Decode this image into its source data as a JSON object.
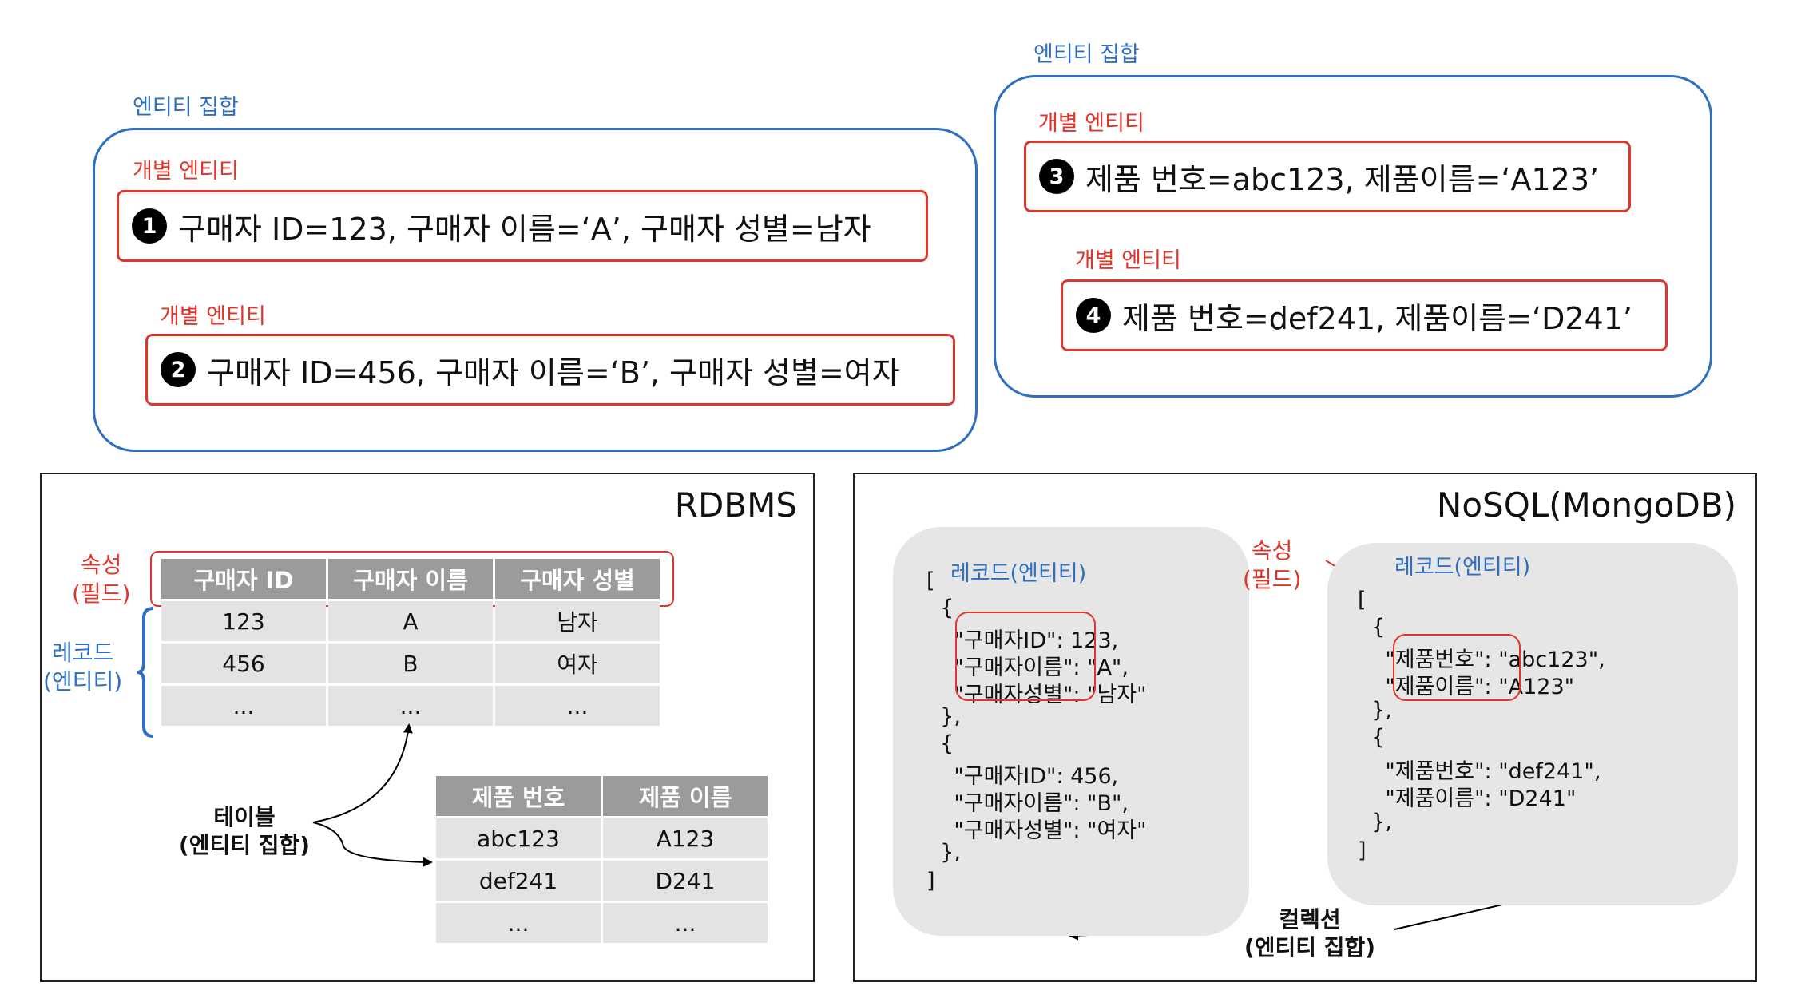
{
  "top_left": {
    "group_label": "엔티티 집합",
    "entity1": {
      "label": "개별 엔티티",
      "num": "1",
      "text": "구매자 ID=123, 구매자 이름=‘A’, 구매자 성별=남자"
    },
    "entity2": {
      "label": "개별 엔티티",
      "num": "2",
      "text": "구매자 ID=456, 구매자 이름=‘B’, 구매자 성별=여자"
    }
  },
  "top_right": {
    "group_label": "엔티티 집합",
    "entity3": {
      "label": "개별 엔티티",
      "num": "3",
      "text": "제품 번호=abc123, 제품이름=‘A123’"
    },
    "entity4": {
      "label": "개별 엔티티",
      "num": "4",
      "text": "제품 번호=def241, 제품이름=‘D241’"
    }
  },
  "rdbms": {
    "title": "RDBMS",
    "attr_label": [
      "속성",
      "(필드)"
    ],
    "record_label": [
      "레코드",
      "(엔티티)"
    ],
    "table_label": [
      "테이블",
      "(엔티티 집합)"
    ],
    "buyer_table": {
      "headers": [
        "구매자 ID",
        "구매자 이름",
        "구매자 성별"
      ],
      "rows": [
        [
          "123",
          "A",
          "남자"
        ],
        [
          "456",
          "B",
          "여자"
        ],
        [
          "...",
          "...",
          "..."
        ]
      ]
    },
    "product_table": {
      "headers": [
        "제품 번호",
        "제품 이름"
      ],
      "rows": [
        [
          "abc123",
          "A123"
        ],
        [
          "def241",
          "D241"
        ],
        [
          "...",
          "..."
        ]
      ]
    }
  },
  "nosql": {
    "title": "NoSQL(MongoDB)",
    "attr_label": [
      "속성",
      "(필드)"
    ],
    "left_record_label": "레코드(엔티티)",
    "right_record_label": "레코드(엔티티)",
    "collection_label": [
      "컬렉션",
      "(엔티티 집합)"
    ],
    "left_code": [
      "[",
      "  {",
      "    \"구매자ID\": 123,",
      "    \"구매자이름\": \"A\",",
      "    \"구매자성별\": \"남자\"",
      "  },",
      "  {",
      "    \"구매자ID\": 456,",
      "    \"구매자이름\": \"B\",",
      "    \"구매자성별\": \"여자\"",
      "  },",
      "]"
    ],
    "right_code": [
      "[",
      "  {",
      "    \"제품번호\": \"abc123\",",
      "    \"제품이름\": \"A123\"",
      "  },",
      "  {",
      "    \"제품번호\": \"def241\",",
      "    \"제품이름\": \"D241\"",
      "  },",
      "]"
    ]
  },
  "colors": {
    "blue": "#2e6fc2",
    "red": "#e0352b",
    "header_gray": "#9b9b9b",
    "cell_gray": "#e3e3e3",
    "panel_gray": "#e6e6e6"
  }
}
